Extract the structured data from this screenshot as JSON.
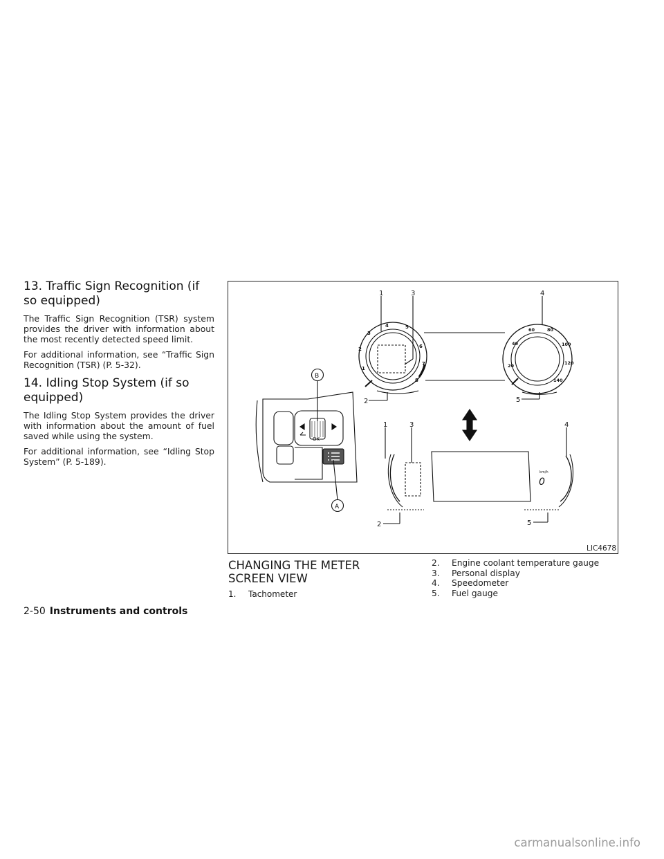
{
  "left_column": {
    "section13": {
      "heading": "13. Traffic Sign Recognition (if so equipped)",
      "para1": "The Traffic Sign Recognition (TSR) system provides the driver with information about the most recently detected speed limit.",
      "para2": "For additional information, see “Traffic Sign Recognition (TSR) (P. 5-32)."
    },
    "section14": {
      "heading": "14. Idling Stop System (if so equipped)",
      "para1": "The Idling Stop System provides the driver with information about the amount of fuel saved while using the system.",
      "para2": "For additional information, see “Idling Stop System” (P. 5-189)."
    }
  },
  "figure": {
    "code": "LIC4678",
    "callouts": {
      "n1": "1",
      "n2": "2",
      "n3": "3",
      "n4": "4",
      "n5": "5",
      "A": "A",
      "B": "B"
    },
    "tach_ticks": [
      "1",
      "2",
      "3",
      "4",
      "5",
      "6",
      "7",
      "8"
    ],
    "speed_ticks": [
      "20",
      "40",
      "60",
      "80",
      "100",
      "120",
      "140"
    ],
    "ok_label": "OK",
    "kmh_label": "km/h",
    "speed_value": "0"
  },
  "caption": {
    "title": "CHANGING THE METER SCREEN VIEW",
    "items": [
      {
        "num": "1.",
        "text": "Tachometer"
      },
      {
        "num": "2.",
        "text": "Engine coolant temperature gauge"
      },
      {
        "num": "3.",
        "text": "Personal display"
      },
      {
        "num": "4.",
        "text": "Speedometer"
      },
      {
        "num": "5.",
        "text": "Fuel gauge"
      }
    ]
  },
  "footer": {
    "page": "2-50",
    "section": "Instruments and controls"
  },
  "watermark": "carmanualsonline.info"
}
